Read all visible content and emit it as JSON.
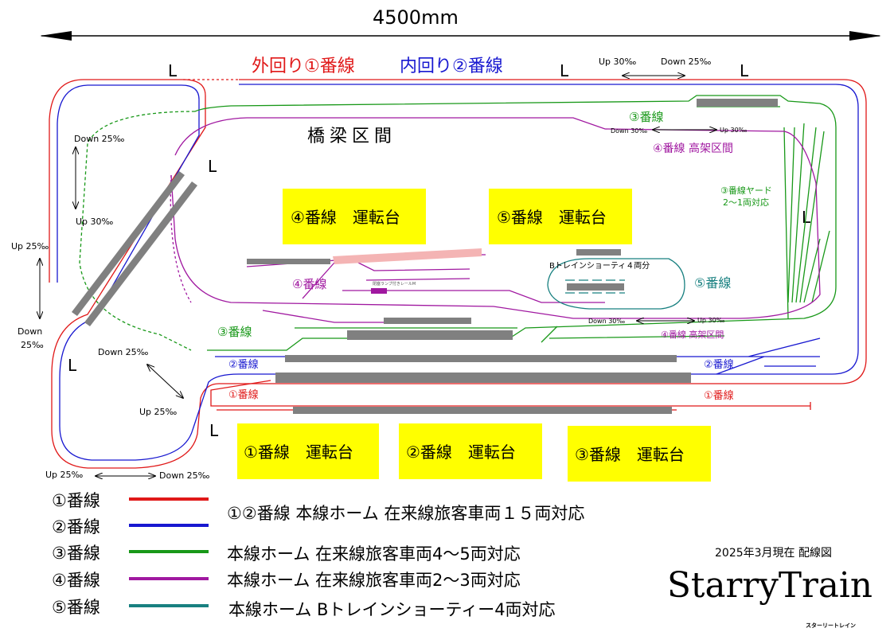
{
  "dimension": {
    "label": "4500mm"
  },
  "title": {
    "outer": "外回り①番線",
    "inner": "内回り②番線"
  },
  "curve_marker": "L",
  "grades": {
    "top_up": "Up 30‰",
    "top_down": "Down 25‰",
    "left_down": "Down 25‰",
    "left_up": "Up 30‰",
    "far_left_up": "Up 25‰",
    "far_left_down_1": "Down",
    "far_left_down_2": "25‰",
    "loop_down": "Down 25‰",
    "loop_up": "Up 25‰",
    "bottom_up": "Up 25‰",
    "bottom_down": "Down 25‰",
    "line4_top_down": "Down 30‰",
    "line4_top_up": "Up 30‰",
    "line4_mid_down": "Down 30‰",
    "line4_mid_up": "Up 30‰"
  },
  "labels": {
    "bridge": "橋梁区間",
    "line3_top": "③番線",
    "line4_elevated_top": "④番線 高架区間",
    "yard_1": "③番線ヤード",
    "yard_2": "2～1両対応",
    "line4_left": "④番線",
    "block_lamp": "閉塞ランプ付きレールM",
    "btrain": "Bトレインショーティ４両分",
    "line5": "⑤番線",
    "line3_left": "③番線",
    "line4_elevated_mid": "④番線 高架区間",
    "line2_left": "②番線",
    "line2_right": "②番線",
    "line1_left": "①番線",
    "line1_right": "①番線"
  },
  "control_panels": [
    "④番線　運転台",
    "⑤番線　運転台",
    "①番線　運転台",
    "②番線　運転台",
    "③番線　運転台"
  ],
  "legend": [
    {
      "label": "①番線",
      "color": "#e01818"
    },
    {
      "label": "②番線",
      "color": "#1818d0"
    },
    {
      "label": "③番線",
      "color": "#189818"
    },
    {
      "label": "④番線",
      "color": "#a018a0"
    },
    {
      "label": "⑤番線",
      "color": "#188080"
    }
  ],
  "descriptions": [
    "①②番線 本線ホーム 在来線旅客車両１５両対応",
    "本線ホーム 在来線旅客車両4～5両対応",
    "本線ホーム 在来線旅客車両2～3両対応",
    "本線ホーム Bトレインショーティー4両対応"
  ],
  "footer": {
    "date": "2025年3月現在 配線図",
    "logo": "StarryTrain",
    "logo_kana": "スターリートレイン"
  }
}
